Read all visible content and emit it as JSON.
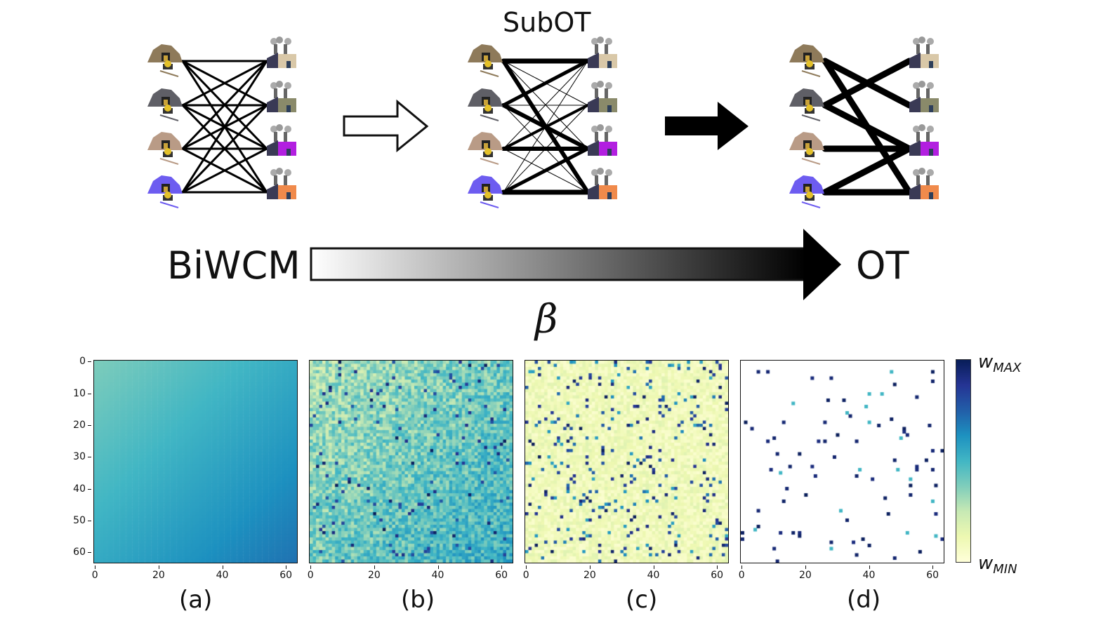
{
  "top": {
    "middle_title": "SubOT",
    "left_label": "BiWCM",
    "right_label": "OT",
    "param_symbol": "β"
  },
  "panels": [
    {
      "label": "(a)",
      "kind": "smooth-gradient"
    },
    {
      "label": "(b)",
      "kind": "dense-noisy"
    },
    {
      "label": "(c)",
      "kind": "sparse-noisy"
    },
    {
      "label": "(d)",
      "kind": "very-sparse"
    }
  ],
  "axis_ticks": {
    "y": [
      "0",
      "10",
      "20",
      "30",
      "40",
      "50",
      "60"
    ],
    "x": [
      "0",
      "20",
      "40",
      "60"
    ]
  },
  "colorbar": {
    "max_label": "w",
    "max_sub": "MAX",
    "min_label": "w",
    "min_sub": "MIN",
    "colormap": [
      "#ffffd9",
      "#edf8b1",
      "#c7e9b4",
      "#7fcdbb",
      "#41b6c4",
      "#1d91c0",
      "#225ea8",
      "#253494",
      "#081d58"
    ]
  },
  "icons": {
    "mine_colors": [
      "#8e7a5a",
      "#5f5f66",
      "#b99b86",
      "#6d5cf0"
    ],
    "factory_colors": [
      "#d9c8a8",
      "#8a8a6a",
      "#b21fe0",
      "#f08a4b"
    ]
  }
}
